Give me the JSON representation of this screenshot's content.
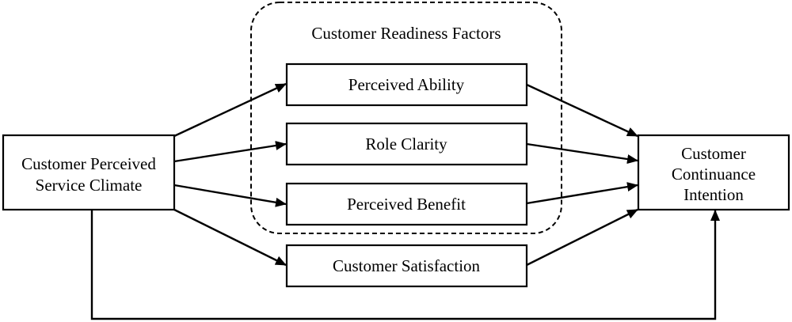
{
  "group": {
    "label": "Customer Readiness Factors"
  },
  "nodes": {
    "service_climate": [
      "Customer Perceived",
      "Service Climate"
    ],
    "perceived_ability": "Perceived Ability",
    "role_clarity": "Role Clarity",
    "perceived_benefit": "Perceived Benefit",
    "customer_satisfaction": "Customer Satisfaction",
    "continuance_intention": [
      "Customer",
      "Continuance",
      "Intention"
    ]
  },
  "edges": [
    {
      "from": "Customer Perceived Service Climate",
      "to": "Perceived Ability"
    },
    {
      "from": "Customer Perceived Service Climate",
      "to": "Role Clarity"
    },
    {
      "from": "Customer Perceived Service Climate",
      "to": "Perceived Benefit"
    },
    {
      "from": "Customer Perceived Service Climate",
      "to": "Customer Satisfaction"
    },
    {
      "from": "Customer Perceived Service Climate",
      "to": "Customer Continuance Intention"
    },
    {
      "from": "Perceived Ability",
      "to": "Customer Continuance Intention"
    },
    {
      "from": "Role Clarity",
      "to": "Customer Continuance Intention"
    },
    {
      "from": "Perceived Benefit",
      "to": "Customer Continuance Intention"
    },
    {
      "from": "Customer Satisfaction",
      "to": "Customer Continuance Intention"
    }
  ]
}
